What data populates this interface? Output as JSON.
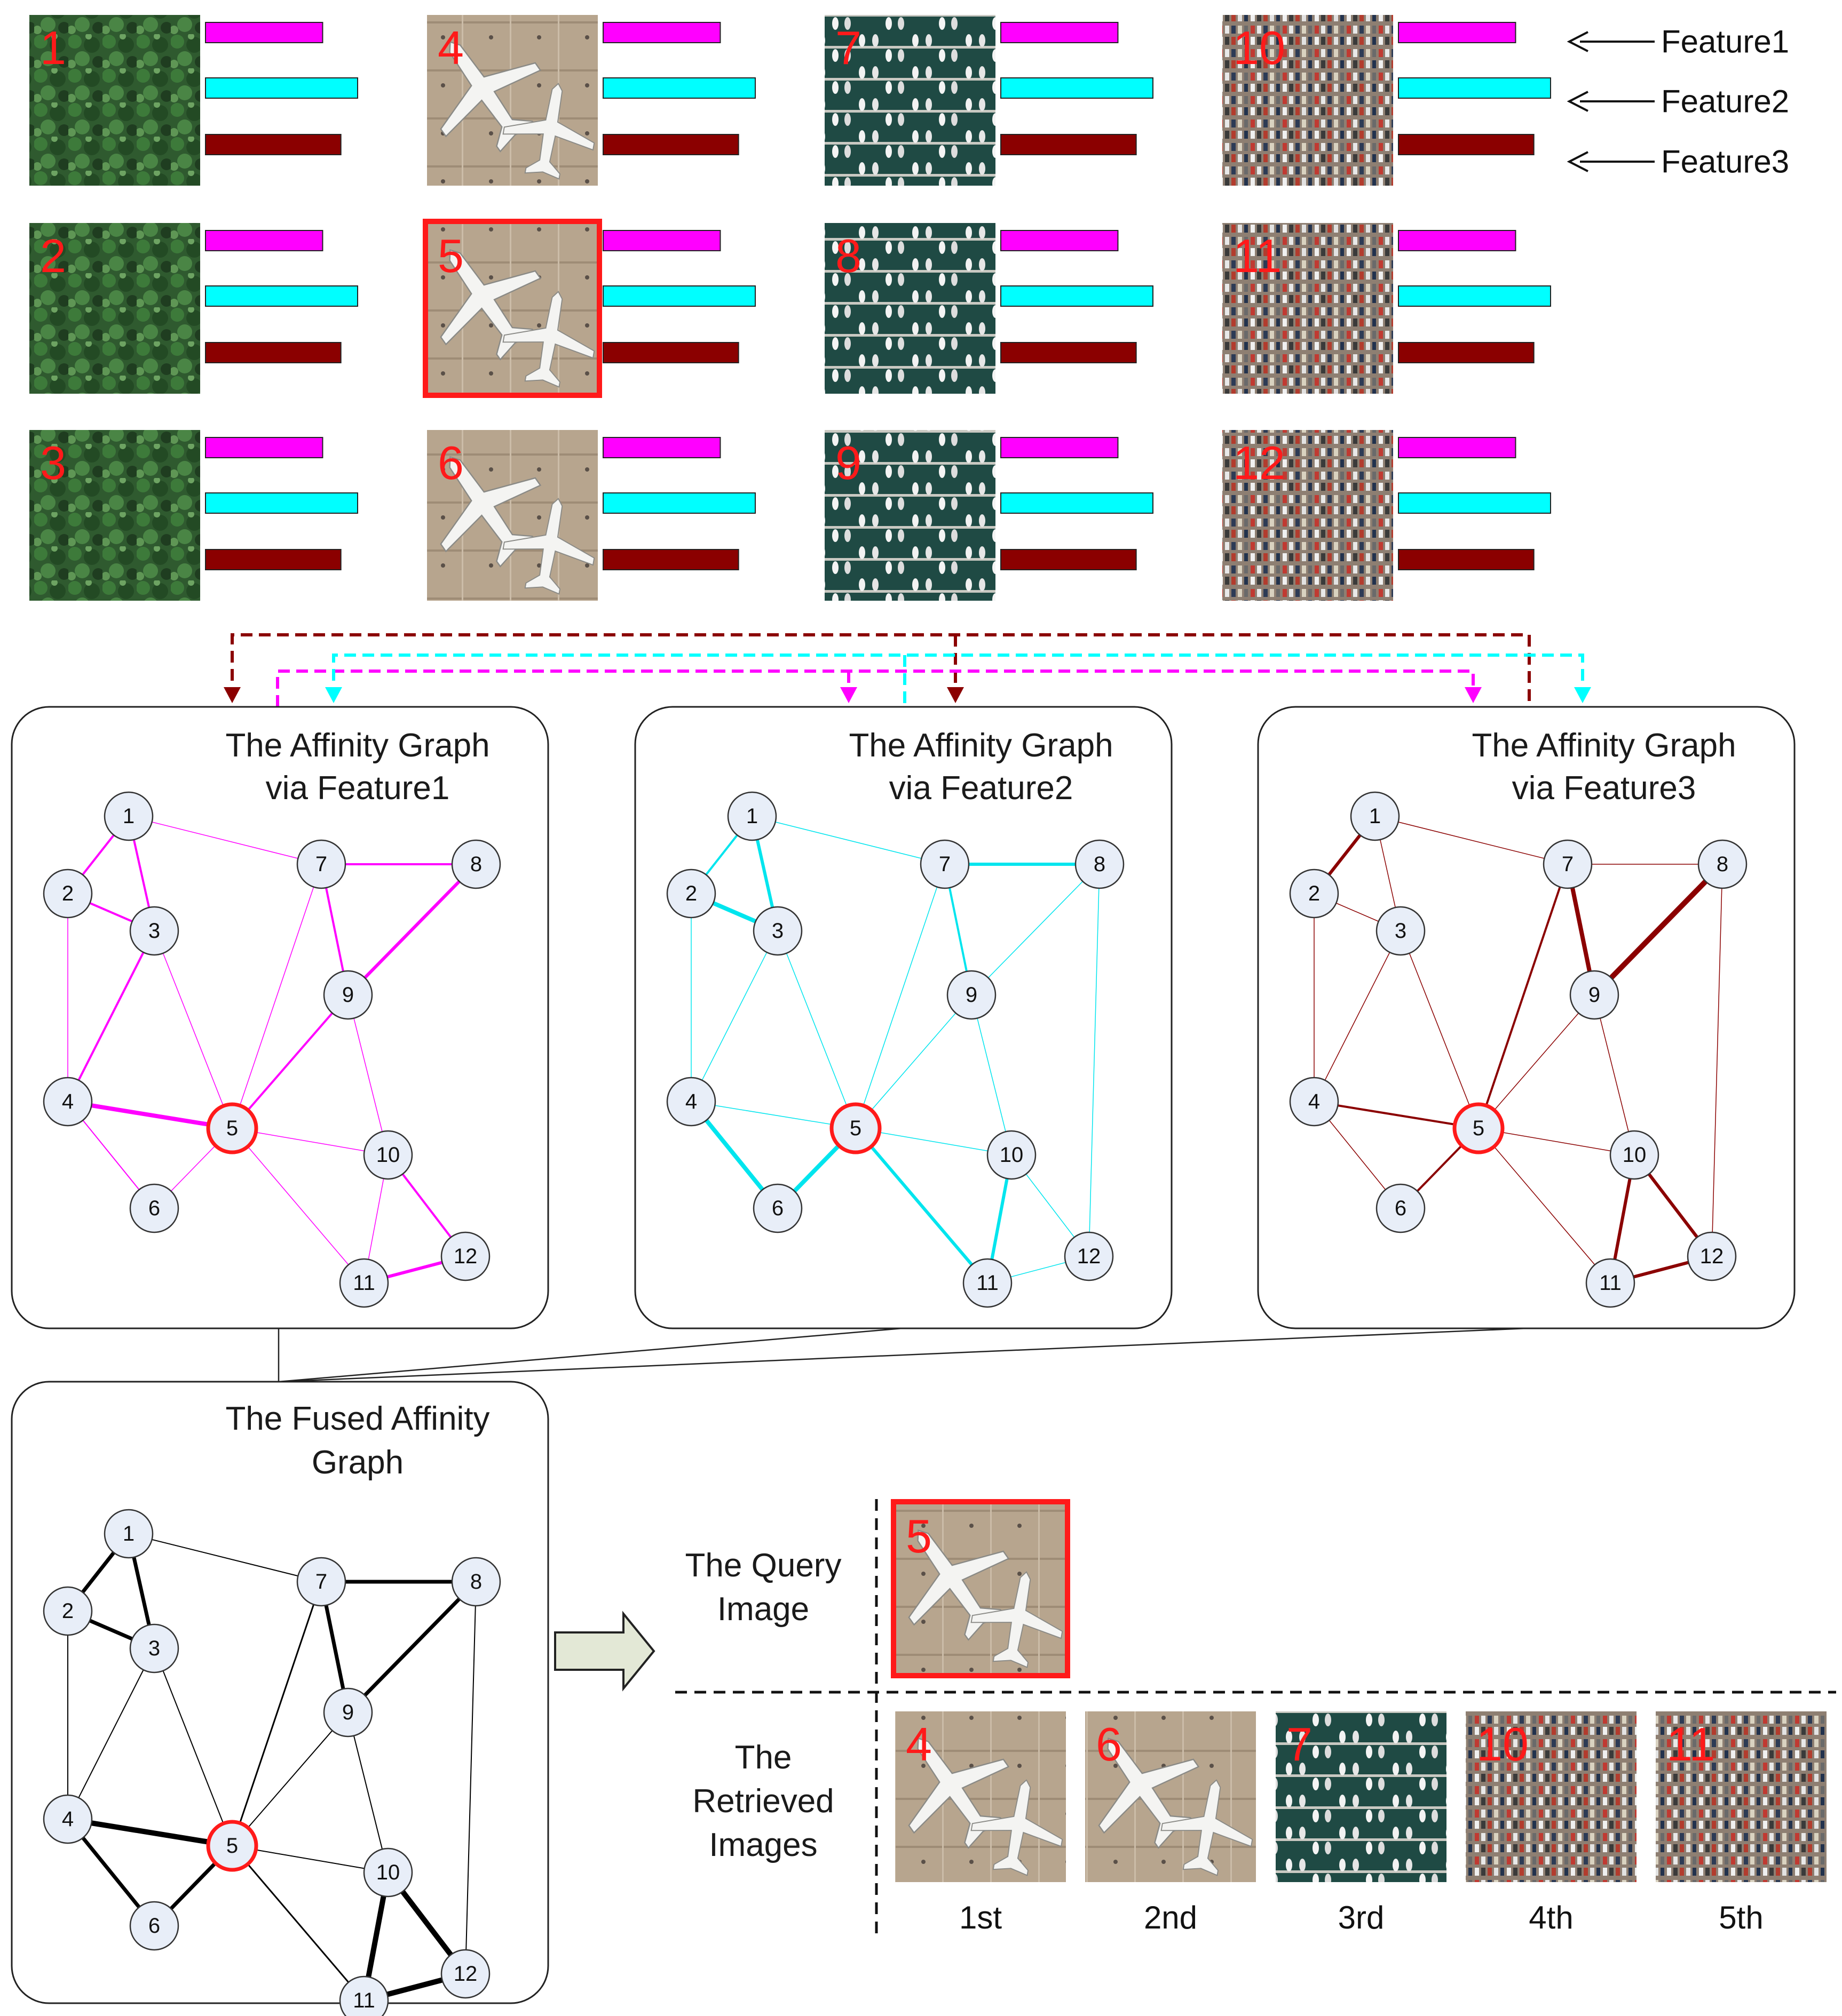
{
  "legend": {
    "labels": [
      "Feature1",
      "Feature2",
      "Feature3"
    ],
    "colors": [
      "#ff00ff",
      "#00ffff",
      "#8b0000"
    ]
  },
  "thumbnails": [
    {
      "id": "1",
      "scene": "forest",
      "bars": [
        0.77,
        1.0,
        0.89
      ]
    },
    {
      "id": "2",
      "scene": "forest",
      "bars": [
        0.77,
        1.0,
        0.89
      ]
    },
    {
      "id": "3",
      "scene": "forest",
      "bars": [
        0.77,
        1.0,
        0.89
      ]
    },
    {
      "id": "4",
      "scene": "airplane",
      "bars": [
        0.77,
        1.0,
        0.89
      ]
    },
    {
      "id": "5",
      "scene": "airplane",
      "bars": [
        0.77,
        1.0,
        0.89
      ],
      "query": true
    },
    {
      "id": "6",
      "scene": "airplane",
      "bars": [
        0.77,
        1.0,
        0.89
      ]
    },
    {
      "id": "7",
      "scene": "harbor",
      "bars": [
        0.77,
        1.0,
        0.89
      ]
    },
    {
      "id": "8",
      "scene": "harbor",
      "bars": [
        0.77,
        1.0,
        0.89
      ]
    },
    {
      "id": "9",
      "scene": "harbor",
      "bars": [
        0.77,
        1.0,
        0.89
      ]
    },
    {
      "id": "10",
      "scene": "parking",
      "bars": [
        0.77,
        1.0,
        0.89
      ]
    },
    {
      "id": "11",
      "scene": "parking",
      "bars": [
        0.77,
        1.0,
        0.89
      ]
    },
    {
      "id": "12",
      "scene": "parking",
      "bars": [
        0.77,
        1.0,
        0.89
      ]
    }
  ],
  "nodes": [
    "1",
    "2",
    "3",
    "4",
    "5",
    "6",
    "7",
    "8",
    "9",
    "10",
    "11",
    "12"
  ],
  "query_node": "5",
  "graphs": [
    {
      "title_line1": "The Affinity Graph",
      "title_line2": "via Feature1",
      "color": "#ff00ff",
      "edges": [
        [
          "1",
          "2",
          4
        ],
        [
          "1",
          "3",
          4
        ],
        [
          "2",
          "3",
          4
        ],
        [
          "1",
          "7",
          1.5
        ],
        [
          "2",
          "4",
          1.5
        ],
        [
          "3",
          "4",
          4
        ],
        [
          "3",
          "5",
          1.5
        ],
        [
          "4",
          "5",
          8
        ],
        [
          "4",
          "6",
          2
        ],
        [
          "5",
          "6",
          1.5
        ],
        [
          "5",
          "7",
          1.5
        ],
        [
          "5",
          "9",
          4
        ],
        [
          "5",
          "10",
          1.5
        ],
        [
          "5",
          "11",
          1.5
        ],
        [
          "7",
          "8",
          4
        ],
        [
          "7",
          "9",
          4
        ],
        [
          "8",
          "9",
          6
        ],
        [
          "9",
          "10",
          1.5
        ],
        [
          "10",
          "11",
          1.5
        ],
        [
          "10",
          "12",
          4
        ],
        [
          "11",
          "12",
          6
        ]
      ]
    },
    {
      "title_line1": "The Affinity Graph",
      "title_line2": "via Feature2",
      "color": "#00e5ee",
      "edges": [
        [
          "1",
          "2",
          4
        ],
        [
          "1",
          "3",
          6
        ],
        [
          "2",
          "3",
          8
        ],
        [
          "1",
          "7",
          1.5
        ],
        [
          "2",
          "4",
          1.5
        ],
        [
          "3",
          "4",
          1.5
        ],
        [
          "3",
          "5",
          1.5
        ],
        [
          "4",
          "5",
          1.5
        ],
        [
          "4",
          "6",
          8
        ],
        [
          "5",
          "6",
          8
        ],
        [
          "5",
          "7",
          1.5
        ],
        [
          "5",
          "9",
          1.5
        ],
        [
          "5",
          "10",
          1.5
        ],
        [
          "5",
          "11",
          6
        ],
        [
          "7",
          "8",
          6
        ],
        [
          "7",
          "9",
          4
        ],
        [
          "8",
          "9",
          1.5
        ],
        [
          "8",
          "12",
          1.5
        ],
        [
          "9",
          "10",
          1.5
        ],
        [
          "10",
          "11",
          6
        ],
        [
          "10",
          "12",
          1.5
        ],
        [
          "11",
          "12",
          1.5
        ]
      ]
    },
    {
      "title_line1": "The Affinity Graph",
      "title_line2": "via Feature3",
      "color": "#8b0000",
      "edges": [
        [
          "1",
          "2",
          6
        ],
        [
          "1",
          "3",
          1.5
        ],
        [
          "2",
          "3",
          1.5
        ],
        [
          "1",
          "7",
          1.5
        ],
        [
          "2",
          "4",
          1.5
        ],
        [
          "3",
          "4",
          1.5
        ],
        [
          "3",
          "5",
          1.5
        ],
        [
          "4",
          "5",
          4
        ],
        [
          "4",
          "6",
          1.5
        ],
        [
          "5",
          "6",
          4
        ],
        [
          "5",
          "7",
          4
        ],
        [
          "5",
          "9",
          1.5
        ],
        [
          "5",
          "10",
          1.5
        ],
        [
          "5",
          "11",
          1.5
        ],
        [
          "7",
          "8",
          1.5
        ],
        [
          "7",
          "9",
          8
        ],
        [
          "8",
          "9",
          10
        ],
        [
          "8",
          "12",
          1.5
        ],
        [
          "9",
          "10",
          1.5
        ],
        [
          "10",
          "11",
          6
        ],
        [
          "10",
          "12",
          6
        ],
        [
          "11",
          "12",
          6
        ]
      ]
    }
  ],
  "fused": {
    "title_line1": "The Fused Affinity",
    "title_line2": "Graph",
    "color": "#000000",
    "edges": [
      [
        "1",
        "2",
        7
      ],
      [
        "1",
        "3",
        7
      ],
      [
        "2",
        "3",
        7
      ],
      [
        "1",
        "7",
        2
      ],
      [
        "2",
        "4",
        2
      ],
      [
        "3",
        "4",
        2
      ],
      [
        "3",
        "5",
        2
      ],
      [
        "4",
        "5",
        10
      ],
      [
        "4",
        "6",
        7
      ],
      [
        "5",
        "6",
        7
      ],
      [
        "5",
        "7",
        3
      ],
      [
        "5",
        "9",
        2
      ],
      [
        "5",
        "10",
        2
      ],
      [
        "5",
        "11",
        3
      ],
      [
        "7",
        "8",
        7
      ],
      [
        "7",
        "9",
        7
      ],
      [
        "8",
        "9",
        7
      ],
      [
        "8",
        "12",
        2
      ],
      [
        "9",
        "10",
        2
      ],
      [
        "10",
        "11",
        10
      ],
      [
        "10",
        "12",
        10
      ],
      [
        "11",
        "12",
        10
      ]
    ]
  },
  "retrieval": {
    "query_label_line1": "The Query",
    "query_label_line2": "Image",
    "retrieved_label_line1": "The",
    "retrieved_label_line2": "Retrieved",
    "retrieved_label_line3": "Images",
    "query_id": "5",
    "results": [
      {
        "id": "4",
        "scene": "airplane",
        "rank": "1st"
      },
      {
        "id": "6",
        "scene": "airplane",
        "rank": "2nd"
      },
      {
        "id": "7",
        "scene": "harbor",
        "rank": "3rd"
      },
      {
        "id": "10",
        "scene": "parking",
        "rank": "4th"
      },
      {
        "id": "11",
        "scene": "parking",
        "rank": "5th"
      }
    ]
  }
}
